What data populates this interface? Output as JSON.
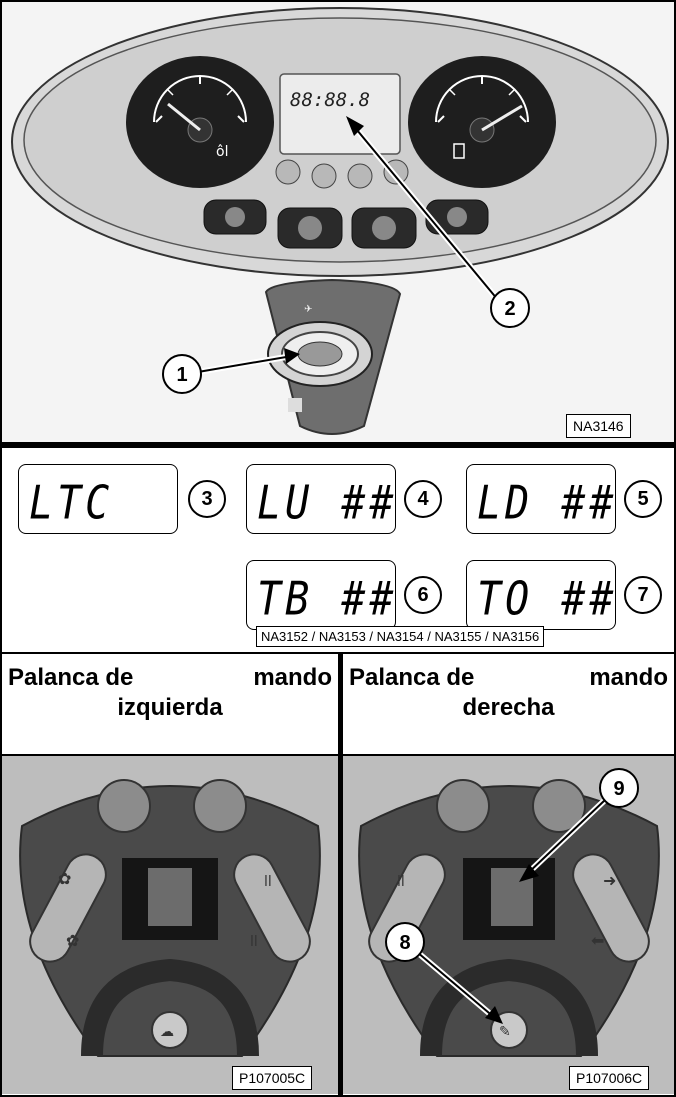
{
  "panel": {
    "figure_code": "NA3146",
    "display_digits": "88:88.8",
    "callouts": [
      "1",
      "2"
    ]
  },
  "codes": {
    "figure_code": "NA3152 / NA3153 / NA3154 / NA3155 / NA3156",
    "items": [
      {
        "text": "LTC",
        "callout": "3"
      },
      {
        "text": "LU ##",
        "callout": "4"
      },
      {
        "text": "LD ##",
        "callout": "5"
      },
      {
        "text": "TB ##",
        "callout": "6"
      },
      {
        "text": "TO ##",
        "callout": "7"
      }
    ]
  },
  "left_joystick": {
    "title_word1": "Palanca de",
    "title_word2": "mando",
    "title_line2": "izquierda",
    "figure_code": "P107005C"
  },
  "right_joystick": {
    "title_word1": "Palanca de",
    "title_word2": "mando",
    "title_line2": "derecha",
    "figure_code": "P107006C",
    "callouts": [
      "9",
      "8"
    ]
  }
}
